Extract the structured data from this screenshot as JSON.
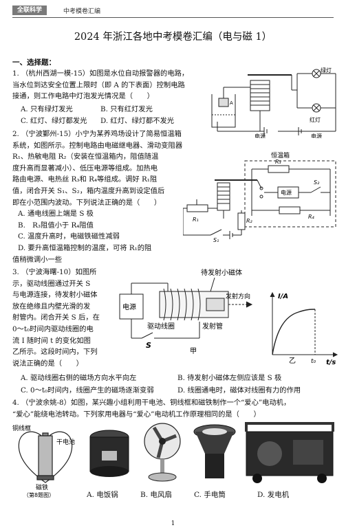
{
  "header": {
    "brand": "全联科学",
    "subtitle": "中考模卷汇编"
  },
  "title": "2024 年浙江各地中考模卷汇编（电与磁 1）",
  "section": "一、选择题：",
  "q1": {
    "lines": [
      "1. （杭州西湖一模-15）如图是水位自动报警器的电路，",
      "当水位到达安全位置上限时（即 A 的下表面）控制电路",
      "接通，则工作电路中灯泡发光情况是（　　）"
    ],
    "options": [
      "A. 只有绿灯发光",
      "B. 只有红灯发光",
      "C. 红灯、绿灯都发光",
      "D. 红灯、绿灯都不发光"
    ],
    "figure": {
      "green_light": "绿灯",
      "red_light": "红灯",
      "power_left": "电源",
      "power_right": "电源",
      "a_label": "A"
    }
  },
  "q2": {
    "lines": [
      "2. （宁波鄞州-15）小宁为某养鸡场设计了简易恒温箱",
      "系统，如图所示。控制电路由电磁继电器、滑动变阻器",
      "R₁、热敏电阻 R₂（安装在恒温箱内，阻值随温",
      "度升高而显著减小）、低压电源等组成。加热电",
      "路由电源、电热丝 R₃和 R₄等组成。调好 R₁阻",
      "值，闭合开关 S₁、S₂，箱内温度升高到设定值后",
      "即在小范围内波动。下列说法正确的是（　　）"
    ],
    "options": [
      "A. 通电线圈上端是 S 极",
      "B.　R₃阻值小于 R₄阻值",
      "C. 温度升高时，电磁铁磁性减弱",
      "D. 要升高恒温箱控制的温度，可将 R₁的阻"
    ],
    "option_d_cont": "值稍微调小一些",
    "figure": {
      "box_label": "恒温箱",
      "power": "电源",
      "r3": "R₃",
      "r4": "R₄",
      "r1": "R₁",
      "r2": "R₂",
      "s1": "S₁",
      "s2": "S₂"
    }
  },
  "q3": {
    "lines": [
      "3. （宁波海曙-10）如图所",
      "示，驱动线圈通过开关 S",
      "与电源连接，待发射小磁体",
      "放在绝缘且内壁光滑的发",
      "射管内。闭合开关 S 后，在",
      "0～t₀时间内驱动线圈的电",
      "流 I 随时间 t 的变化如图",
      "乙所示。这段时间内，下列",
      "说法正确的是（　　）"
    ],
    "options": [
      "A. 驱动线圈右侧的磁场方向水平向左",
      "B. 待发射小磁体左侧应该是 S 极",
      "C. 0～t₀时间内，线圈产生的磁场逐渐变弱",
      "D. 线圈通电时，磁体对线圈有力的作用"
    ],
    "figure": {
      "magnet_label": "待发射小磁体",
      "power": "电源",
      "direction": "发射方向",
      "tube": "发射管",
      "coil": "驱动线圈",
      "switch": "S",
      "fig_a": "甲",
      "fig_b": "乙",
      "y_axis": "I/A",
      "x_axis": "t/s",
      "t0": "t₀"
    }
  },
  "q4": {
    "lines": [
      "4. （宁波余姚-8）如图，某兴趣小组利用干电池、铜线框和磁铁制作一个“爱心”电动机，",
      "“爱心”能绕电池转动。下列家用电器与“爱心”电动机工作原理相同的是（　　）"
    ],
    "figure": {
      "frame": "铜线框",
      "battery": "干电池",
      "magnet": "磁铁",
      "caption": "（第8题图）"
    },
    "choices": [
      "A. 电饭锅",
      "B. 电风扇",
      "C. 手电筒",
      "D. 发电机"
    ]
  },
  "page_number": "1"
}
